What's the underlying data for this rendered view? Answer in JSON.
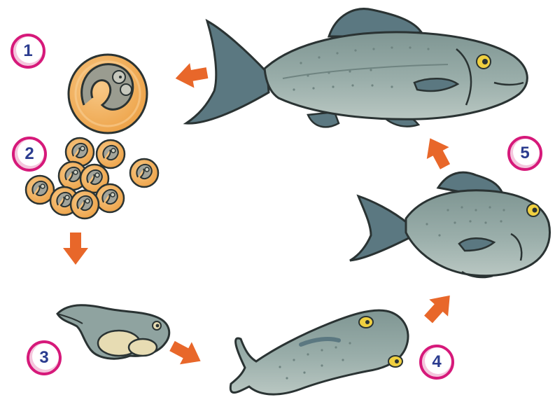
{
  "diagram": {
    "stage_labels": [
      {
        "number": "1",
        "subject": "single-egg"
      },
      {
        "number": "2",
        "subject": "egg-cluster"
      },
      {
        "number": "3",
        "subject": "hatchling-with-yolk-sac"
      },
      {
        "number": "4",
        "subject": "fry"
      },
      {
        "number": "5",
        "subject": "juvenile-fish"
      }
    ],
    "colors": {
      "badge_ring": "#d6197a",
      "badge_text": "#2b3c8f",
      "arrow": "#e8672a",
      "egg_fill": "#f3b45f",
      "fish_body": "#8fa3a0",
      "fish_fin": "#5b7881",
      "outline": "#2a3333"
    },
    "icons": [
      "arrow-icon",
      "egg-icon",
      "fish-icon"
    ]
  }
}
